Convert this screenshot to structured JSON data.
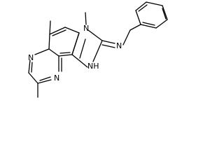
{
  "molecule": {
    "atom_labels": {
      "n_methyl_imidazole": "N",
      "nh_imidazole": "NH",
      "n_imine": "N",
      "n_pyrazine_upper": "N",
      "n_pyrazine_lower": "N"
    },
    "colors": {
      "bond": "#000000",
      "label": "#000000",
      "background": "#ffffff"
    }
  }
}
